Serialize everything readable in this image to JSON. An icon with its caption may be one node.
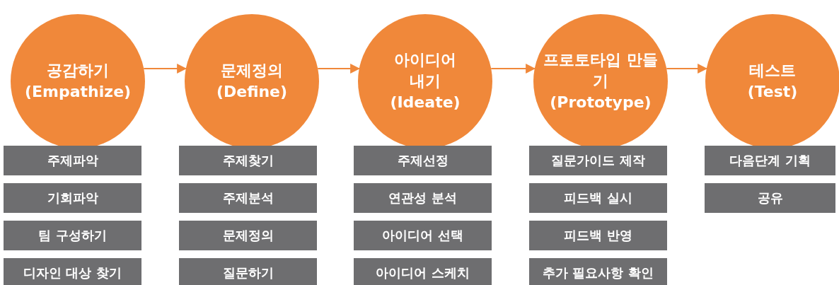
{
  "diagram": {
    "nodes": [
      {
        "text": [
          "공감하기 (Empathize)"
        ]
      },
      {
        "text": [
          "문제정의 (Define)"
        ]
      },
      {
        "text": [
          "아이디어 내기 (Ideate)"
        ]
      },
      {
        "text": [
          "프로토타입 만들기 (Prototype)"
        ]
      },
      {
        "text": [
          "테스트 (Test)"
        ]
      },
      {
        "text": [
          "주제파악"
        ]
      },
      {
        "text": [
          "기회파악"
        ]
      },
      {
        "text": [
          "팀 구성하기"
        ]
      },
      {
        "text": [
          "디자인 대상 찾기"
        ]
      },
      {
        "text": [
          "주제찾기"
        ]
      },
      {
        "text": [
          "주제분석"
        ]
      },
      {
        "text": [
          "문제정의"
        ]
      },
      {
        "text": [
          "질문하기"
        ]
      },
      {
        "text": [
          "주제선정"
        ]
      },
      {
        "text": [
          "연관성 분석"
        ]
      },
      {
        "text": [
          "아이디어 선택"
        ]
      },
      {
        "text": [
          "아이디어 스케치"
        ]
      },
      {
        "text": [
          "질문가이드 제작"
        ]
      },
      {
        "text": [
          "피드백 실시"
        ]
      },
      {
        "text": [
          "피드백 반영"
        ]
      },
      {
        "text": [
          "추가 필요사항 확인"
        ]
      },
      {
        "text": [
          "다음단계 기획"
        ]
      },
      {
        "text": [
          "공유"
        ]
      }
    ],
    "edges": [
      {
        "from": 0,
        "to": 1,
        "arrow": "to"
      },
      {
        "from": 1,
        "to": 2,
        "arrow": "to"
      },
      {
        "from": 2,
        "to": 3,
        "arrow": "to"
      },
      {
        "from": 3,
        "to": 4,
        "arrow": "to"
      }
    ]
  }
}
